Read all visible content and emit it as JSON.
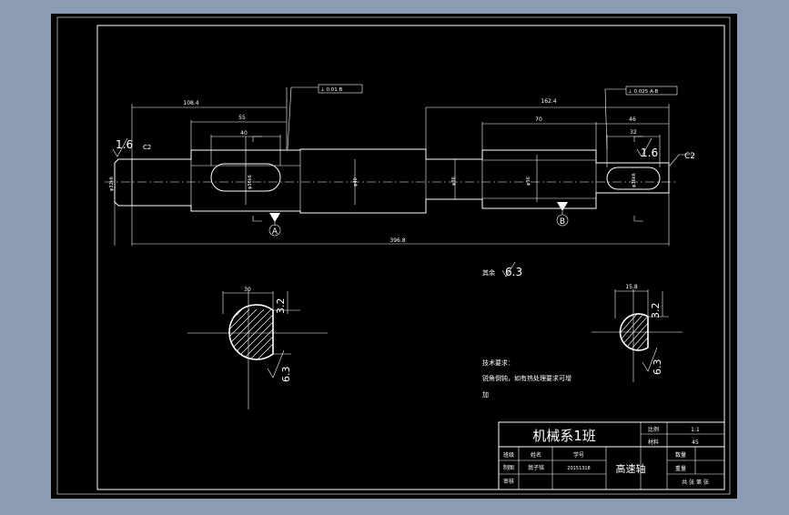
{
  "colors": {
    "background_frame": "#8c9cb4",
    "paper": "#000000",
    "lines": "#ffffff"
  },
  "dimensions": {
    "d_left_section": "108.4",
    "d_keyway_left_len": "55",
    "d_keyway_left_w": "40",
    "d_right_section": "162.4",
    "d_right_mid": "70",
    "d_right_end": "46",
    "d_keyway_right_w": "32",
    "d_total": "396.8",
    "dia_left_end": "φ32k6",
    "dia_left_seat": "φ36k6",
    "dia_middle": "φ40",
    "dia_step": "φ36",
    "dia_right_bearing": "φ36",
    "dia_right_end": "φ36k6",
    "tol_left": "⊥ 0.01 B",
    "tol_right": "⊥ 0.025 A-B",
    "rough_left": "1.6",
    "rough_right": "1.6",
    "chamfer_left": "C2",
    "chamfer_right": "C2",
    "datum_a": "A",
    "datum_b": "B",
    "rest_label": "其余",
    "rest_value": "6.3",
    "sec1_width": "30",
    "sec1_depth": "3.2",
    "sec1_rough": "6.3",
    "sec2_width": "15.8",
    "sec2_depth": "3.2",
    "sec2_rough": "6.3"
  },
  "notes": {
    "title": "技术要求：",
    "line1": "锐角倒钝，如有热处理要求可增",
    "line2": "加"
  },
  "title_block": {
    "department": "机械系1班",
    "scale_label": "比例",
    "scale_value": "1:1",
    "material_label": "材料",
    "material_value": "45",
    "row_label_1": "班级",
    "name_label": "姓名",
    "id_label": "学号",
    "row_label_2": "制图",
    "drawer_name": "翁子铭",
    "student_id": "20151318",
    "row_label_3": "审核",
    "part_name": "高速轴",
    "qty_label": "数量",
    "weight_label": "重量",
    "sheet_label": "共 张 第 张"
  }
}
